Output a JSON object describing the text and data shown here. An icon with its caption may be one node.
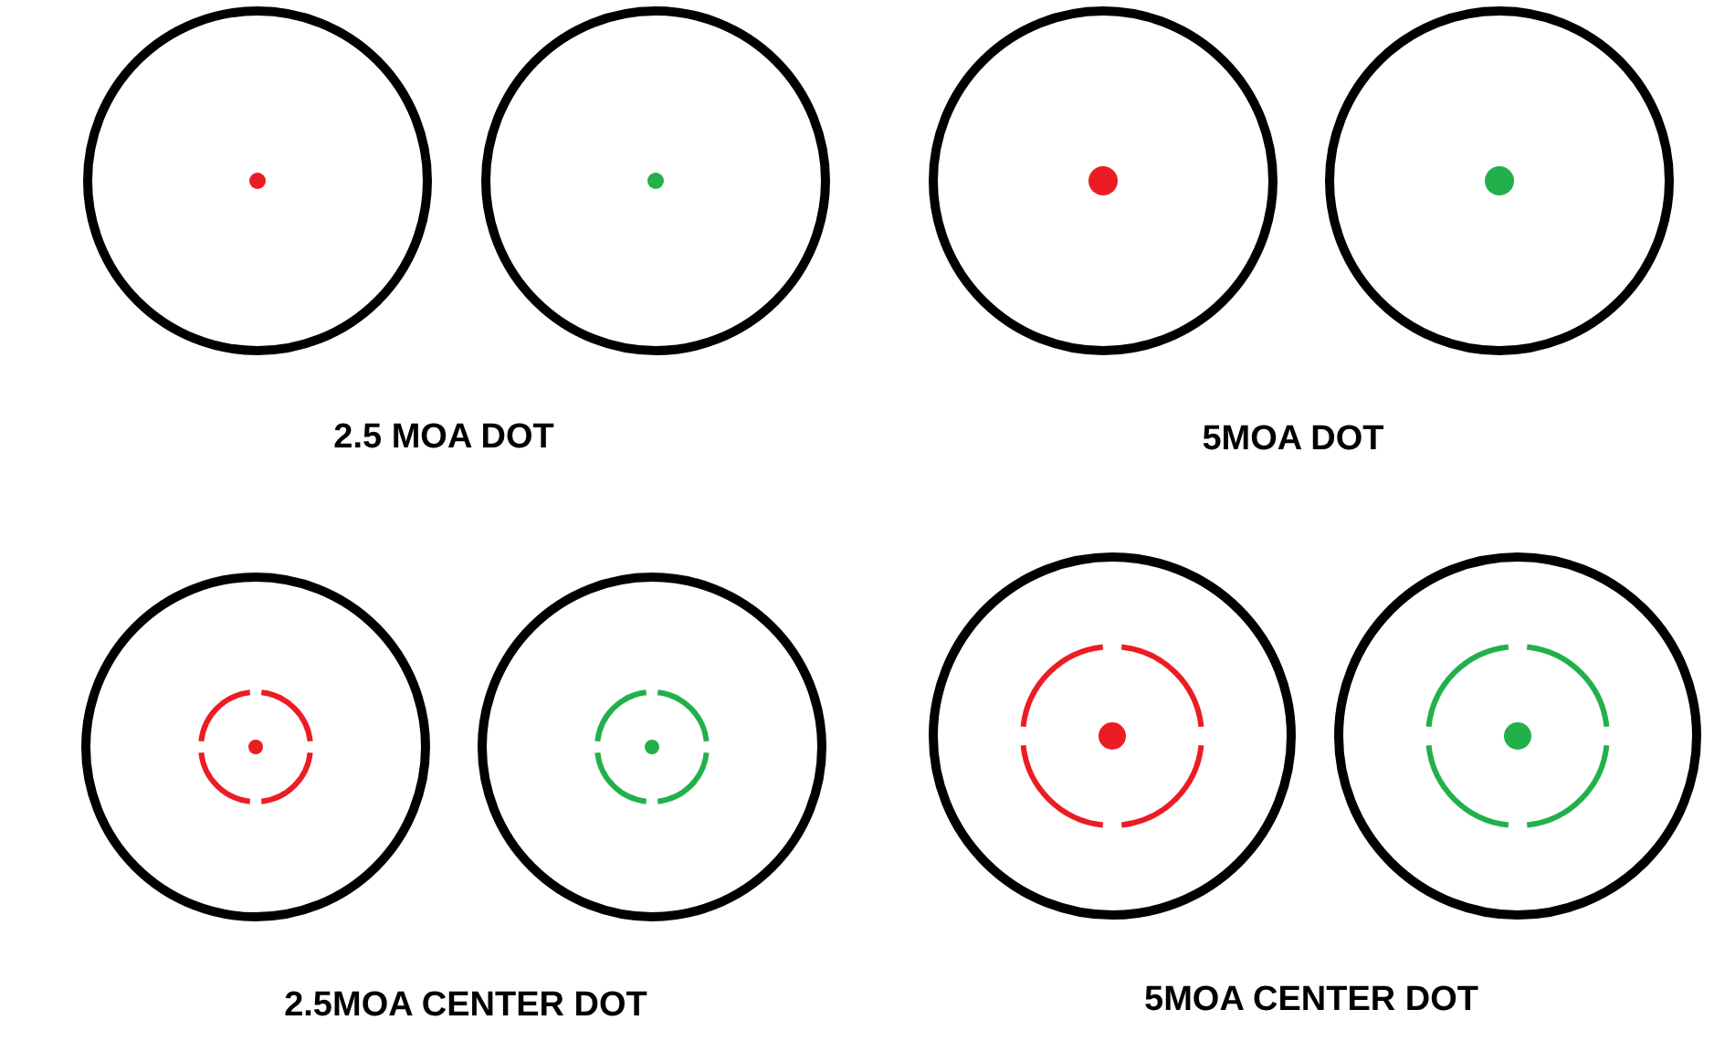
{
  "diagram": {
    "labels": [
      "2.5 MOA DOT",
      "5MOA DOT",
      "2.5MOA CENTER DOT",
      "5MOA CENTER DOT"
    ]
  }
}
